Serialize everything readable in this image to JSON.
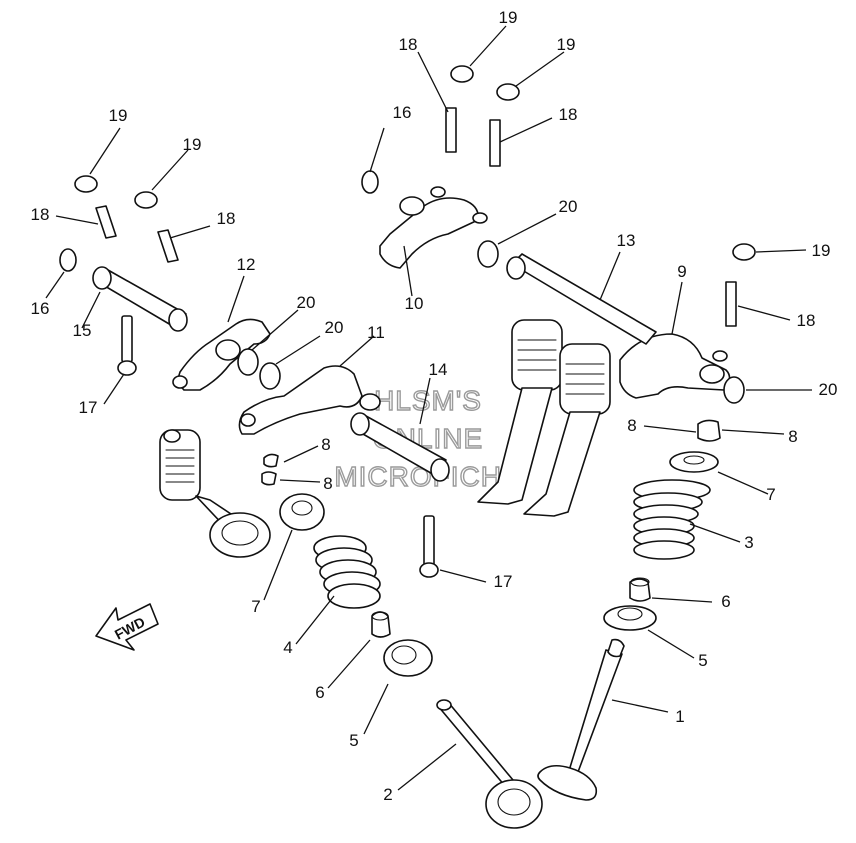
{
  "colors": {
    "line": "#111111",
    "background": "#ffffff",
    "watermark_outline": "#9a9a9a"
  },
  "watermark": {
    "line1": "HLSM'S",
    "line2": "ONLINE",
    "line3": "MICROFICHE"
  },
  "fwd_label": "FWD",
  "callouts": [
    {
      "id": "c1",
      "text": "1"
    },
    {
      "id": "c2",
      "text": "2"
    },
    {
      "id": "c3",
      "text": "3"
    },
    {
      "id": "c4",
      "text": "4"
    },
    {
      "id": "c5a",
      "text": "5"
    },
    {
      "id": "c5b",
      "text": "5"
    },
    {
      "id": "c6a",
      "text": "6"
    },
    {
      "id": "c6b",
      "text": "6"
    },
    {
      "id": "c7a",
      "text": "7"
    },
    {
      "id": "c7b",
      "text": "7"
    },
    {
      "id": "c8a",
      "text": "8"
    },
    {
      "id": "c8b",
      "text": "8"
    },
    {
      "id": "c8c",
      "text": "8"
    },
    {
      "id": "c8d",
      "text": "8"
    },
    {
      "id": "c9",
      "text": "9"
    },
    {
      "id": "c10",
      "text": "10"
    },
    {
      "id": "c11",
      "text": "11"
    },
    {
      "id": "c12",
      "text": "12"
    },
    {
      "id": "c13",
      "text": "13"
    },
    {
      "id": "c14",
      "text": "14"
    },
    {
      "id": "c15",
      "text": "15"
    },
    {
      "id": "c16a",
      "text": "16"
    },
    {
      "id": "c16b",
      "text": "16"
    },
    {
      "id": "c17a",
      "text": "17"
    },
    {
      "id": "c17b",
      "text": "17"
    },
    {
      "id": "c18a",
      "text": "18"
    },
    {
      "id": "c18b",
      "text": "18"
    },
    {
      "id": "c18c",
      "text": "18"
    },
    {
      "id": "c18d",
      "text": "18"
    },
    {
      "id": "c18e",
      "text": "18"
    },
    {
      "id": "c19a",
      "text": "19"
    },
    {
      "id": "c19b",
      "text": "19"
    },
    {
      "id": "c19c",
      "text": "19"
    },
    {
      "id": "c19d",
      "text": "19"
    },
    {
      "id": "c19e",
      "text": "19"
    },
    {
      "id": "c20a",
      "text": "20"
    },
    {
      "id": "c20b",
      "text": "20"
    },
    {
      "id": "c20c",
      "text": "20"
    },
    {
      "id": "c20d",
      "text": "20"
    }
  ]
}
